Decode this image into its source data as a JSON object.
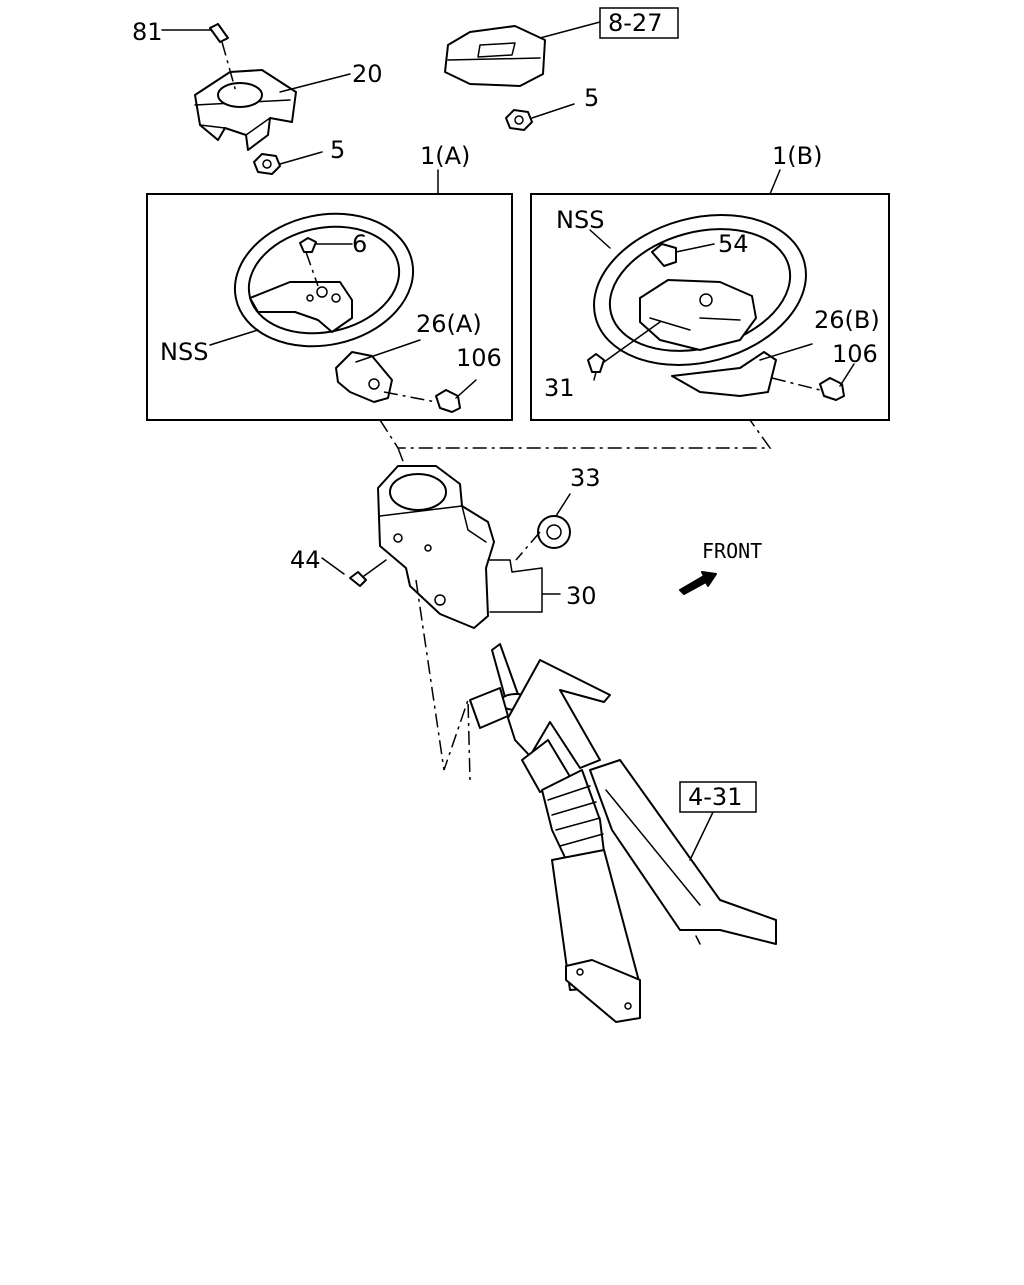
{
  "labels": {
    "p81": "81",
    "p20": "20",
    "p5_left": "5",
    "p5_right": "5",
    "ref_8_27": "8-27",
    "p1a": "1(A)",
    "p1b": "1(B)",
    "p6": "6",
    "nss_a": "NSS",
    "p26a": "26(A)",
    "p106_a": "106",
    "nss_b": "NSS",
    "p54": "54",
    "p26b": "26(B)",
    "p106_b": "106",
    "p31": "31",
    "p33": "33",
    "p44": "44",
    "p30": "30",
    "front": "FRONT",
    "ref_4_31": "4-31"
  }
}
